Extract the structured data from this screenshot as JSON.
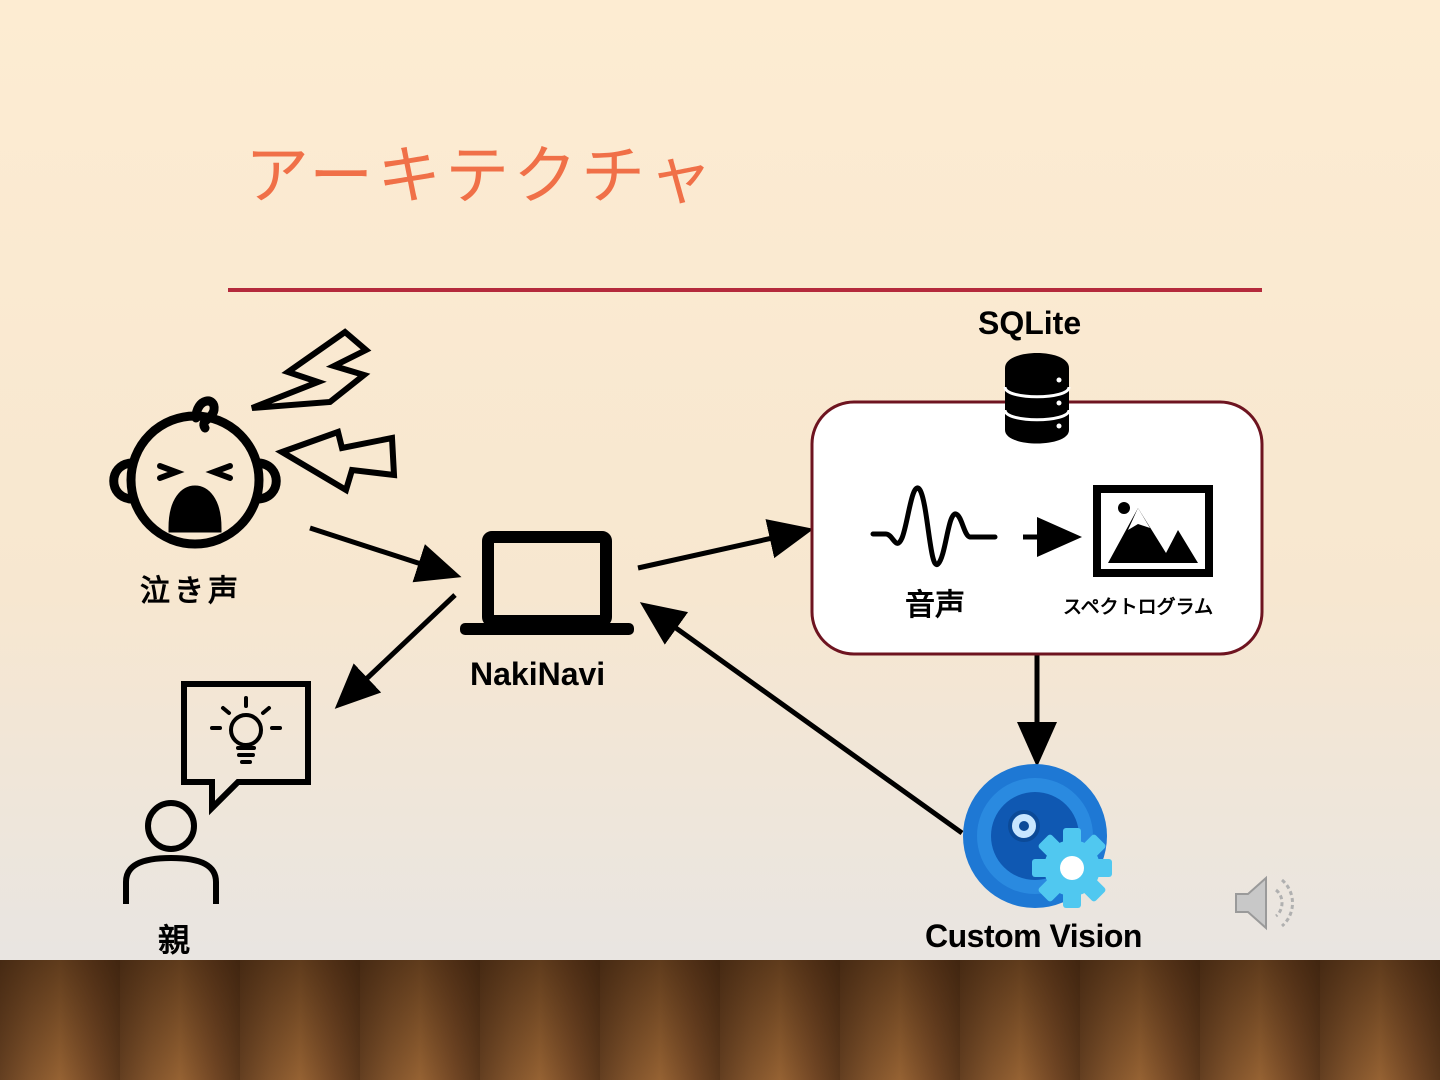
{
  "slide": {
    "title": "アーキテクチャ",
    "title_color": "#f07048",
    "rule_color": "#b42a3c"
  },
  "nodes": {
    "crying": {
      "label": "泣き声",
      "icon": "crying-baby-icon"
    },
    "app": {
      "label": "NakiNavi",
      "icon": "laptop-icon"
    },
    "parent": {
      "label": "親",
      "icon": "person-icon"
    },
    "database": {
      "label": "SQLite",
      "icon": "database-icon"
    },
    "audio": {
      "label": "音声",
      "icon": "waveform-icon"
    },
    "spectrogram": {
      "label": "スペクトログラム",
      "icon": "image-icon"
    },
    "custom_vision": {
      "label": "Custom Vision",
      "icon": "custom-vision-icon",
      "color": "#1e78d4",
      "gear_color": "#50c8f0"
    }
  },
  "edges": [
    {
      "from": "crying",
      "to": "app"
    },
    {
      "from": "app",
      "to": "database"
    },
    {
      "from": "audio",
      "to": "spectrogram"
    },
    {
      "from": "database",
      "to": "custom_vision"
    },
    {
      "from": "custom_vision",
      "to": "app"
    },
    {
      "from": "app",
      "to": "parent"
    }
  ],
  "speaker_icon": "speaker-icon"
}
